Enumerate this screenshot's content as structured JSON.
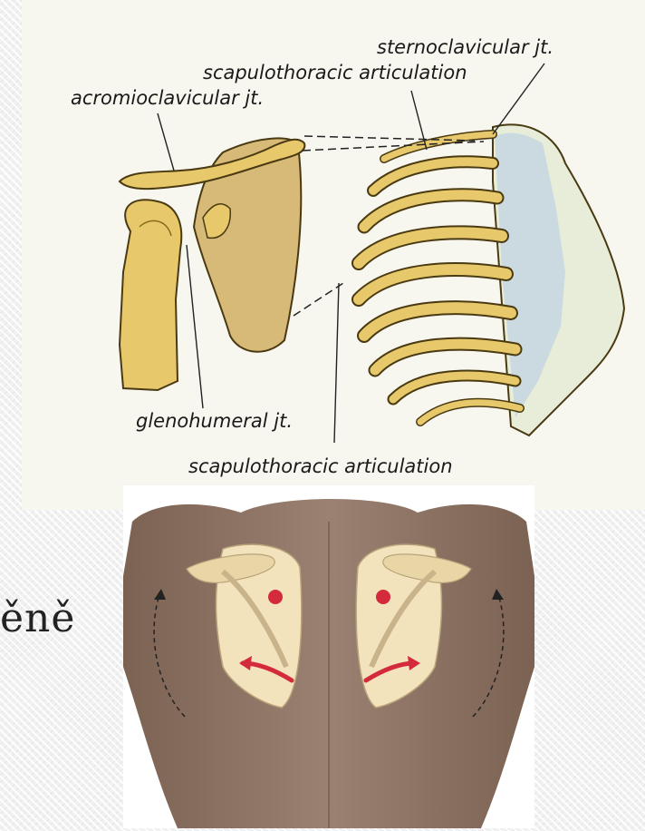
{
  "slide": {
    "partial_word": "ěně"
  },
  "anatomy": {
    "labels": {
      "sternoclavicular": "sternoclavicular jt.",
      "scapulothoracic_top": "scapulothoracic articulation",
      "acromioclavicular": "acromioclavicular jt.",
      "glenohumeral": "glenohumeral jt.",
      "scapulothoracic_bottom": "scapulothoracic articulation"
    }
  },
  "colors": {
    "bone": "#e7c86a",
    "bone_outline": "#4a3a12",
    "cartilage": "#c5d6e2",
    "skin": "#8c7262",
    "scapula": "#f3e3bd",
    "rotation_arrow": "#d32a3c"
  }
}
